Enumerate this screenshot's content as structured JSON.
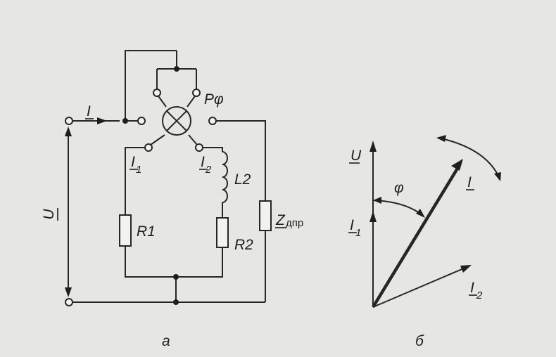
{
  "circuit": {
    "caption": "а",
    "current_I": "I",
    "voltage_U": "U",
    "meter_label": "Pφ",
    "current_I1_main": "I",
    "current_I1_sub": "1",
    "current_I2_main": "I",
    "current_I2_sub": "2",
    "inductor_L2": "L2",
    "resistor_R1": "R1",
    "resistor_R2": "R2",
    "impedance_main": "Z",
    "impedance_sub": "дпр"
  },
  "phasor": {
    "caption": "б",
    "vector_U": "U",
    "vector_I": "I",
    "vector_I1_main": "I",
    "vector_I1_sub": "1",
    "vector_I2_main": "I",
    "vector_I2_sub": "2",
    "angle_phi": "φ"
  }
}
